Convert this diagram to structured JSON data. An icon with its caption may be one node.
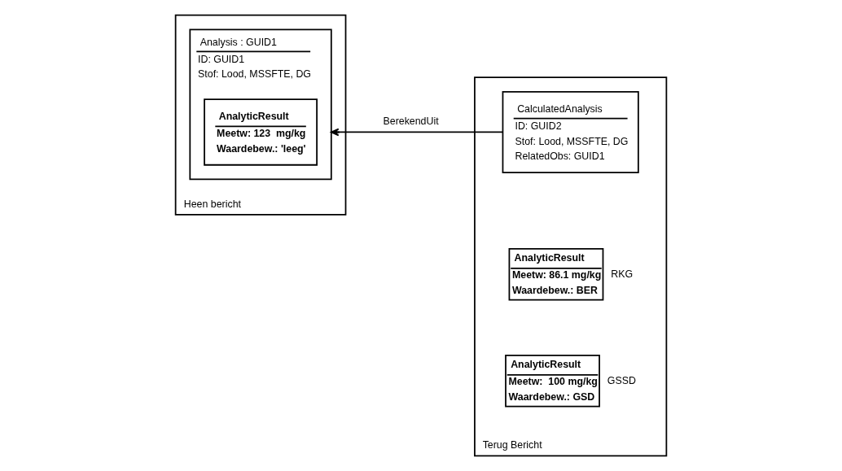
{
  "diagram": {
    "nodes": [
      {
        "text": [
          "Heen bericht"
        ]
      },
      {
        "text": [
          "Analysis : GUID1",
          "ID: GUID1",
          "Stof: Lood, MSSFTE, DG"
        ],
        "in": 0
      },
      {
        "text": [
          "AnalyticResult",
          "Meetw: 123  mg/kg",
          "Waardebew.: 'leeg'"
        ],
        "in": 1
      },
      {
        "text": [
          "Terug Bericht"
        ]
      },
      {
        "text": [
          "CalculatedAnalysis",
          "ID: GUID2",
          "Stof: Lood, MSSFTE, DG",
          "RelatedObs: GUID1"
        ],
        "in": 3
      },
      {
        "text": [
          "AnalyticResult",
          "Meetw: 86.1 mg/kg",
          "Waardebew.: BER"
        ],
        "in": 3,
        "beside": [
          "RKG"
        ]
      },
      {
        "text": [
          "AnalyticResult",
          "Meetw:  100 mg/kg",
          "Waardebew.: GSD"
        ],
        "in": 3,
        "beside": [
          "GSSD"
        ]
      }
    ],
    "edges": [
      {
        "from": 4,
        "to": 1,
        "arrow": "to",
        "label": "BerekendUit"
      }
    ]
  }
}
